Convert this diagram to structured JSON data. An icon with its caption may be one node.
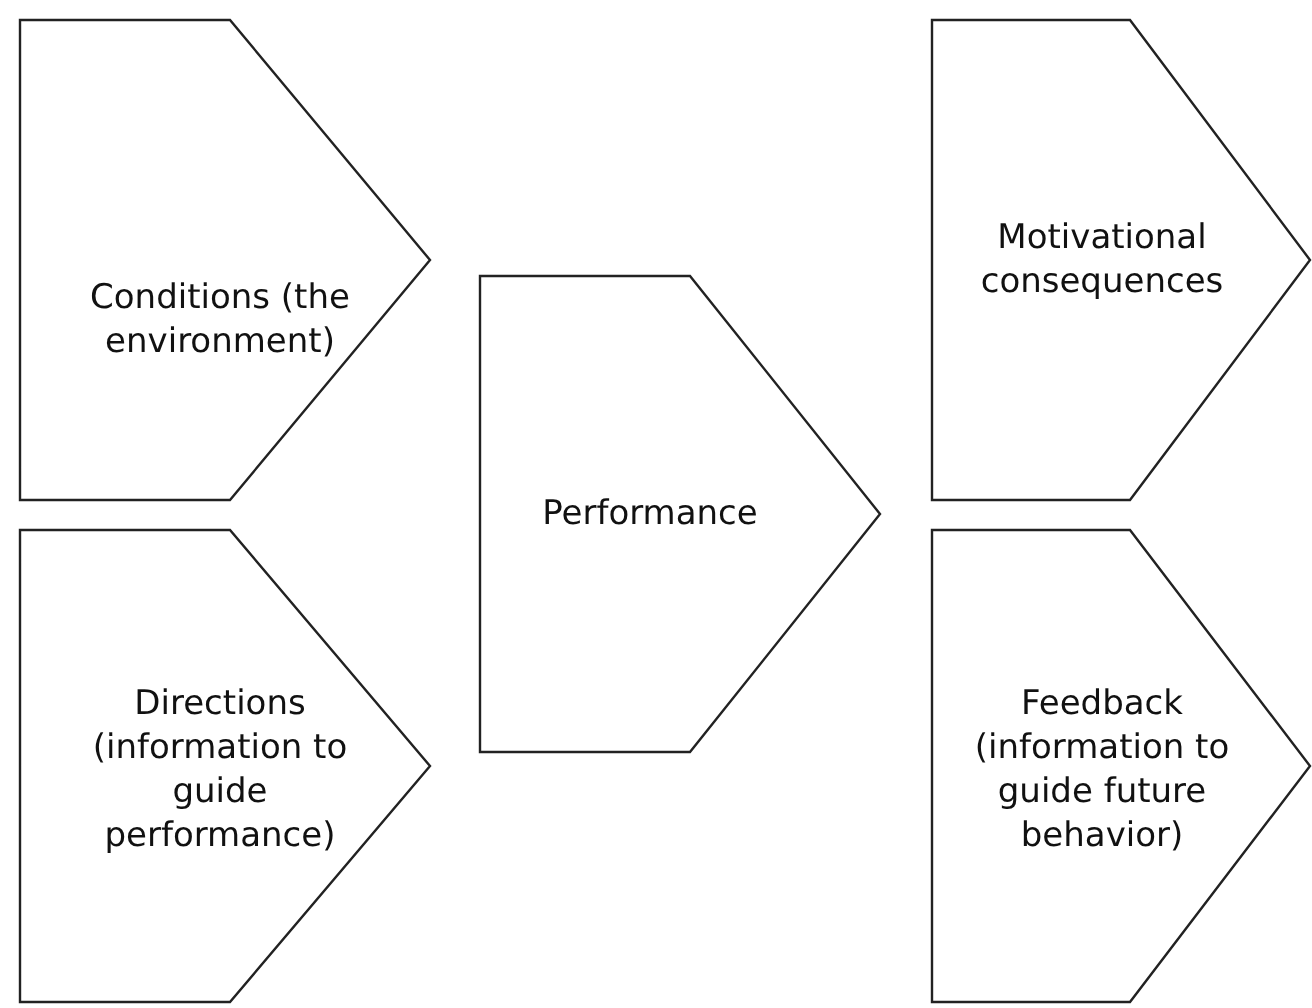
{
  "diagram": {
    "nodes": [
      {
        "text": [
          "Conditions (the environment)"
        ]
      },
      {
        "text": [
          "Directions (information to guide performance)"
        ]
      },
      {
        "text": [
          "Performance"
        ]
      },
      {
        "text": [
          "Motivational consequences"
        ]
      },
      {
        "text": [
          "Feedback (information to guide future behavior)"
        ]
      }
    ]
  }
}
